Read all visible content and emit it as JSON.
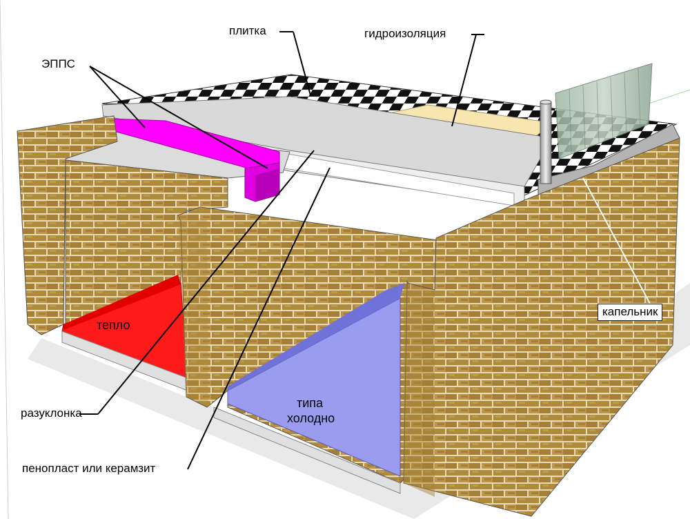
{
  "labels": {
    "tile": "плитка",
    "waterproofing": "гидроизоляция",
    "epps": "ЭППС",
    "drip_edge": "капельник",
    "warm": "тепло",
    "cold_line1": "типа",
    "cold_line2": "холодно",
    "slope_layer": "разуклонка",
    "insulation": "пенопласт или керамзит"
  },
  "colors": {
    "background": "#ffffff",
    "brick": "#b08a3c",
    "mortar": "#e8dcb8",
    "concrete": "#e4e4e4",
    "epps": "#ff00ff",
    "warm_zone": "#ff1a1a",
    "cold_zone": "#9a9cf0",
    "waterproofing": "#f7e6b0",
    "tile_dark": "#111111",
    "tile_light": "#ffffff",
    "leader_line": "#000000"
  },
  "icons": [
    "vent-pipe-icon",
    "glass-parapet-icon"
  ]
}
